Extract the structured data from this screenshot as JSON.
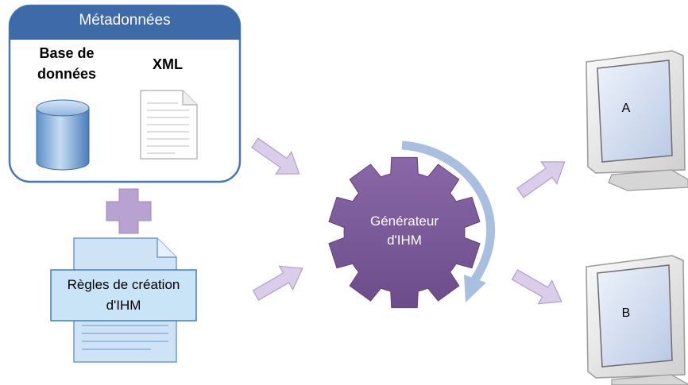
{
  "metadata_panel": {
    "title": "Métadonnées",
    "database_label": "Base de\ndonnées",
    "xml_label": "XML"
  },
  "rules_document": {
    "label": "Règles de création\nd'IHM"
  },
  "generator": {
    "label": "Générateur\nd'IHM"
  },
  "outputs": [
    {
      "label": "A"
    },
    {
      "label": "B"
    }
  ],
  "colors": {
    "panel_header": "#3e6aa8",
    "panel_border": "#4a76b5",
    "gear": "#7c5a9a",
    "arrow_fill": "#d9cdea",
    "arrow_stroke": "#b39fcf",
    "plus": "#b7a2d2",
    "rotation_arrow": "#a9bfe0",
    "doc_blue": "#cfe3f6"
  }
}
